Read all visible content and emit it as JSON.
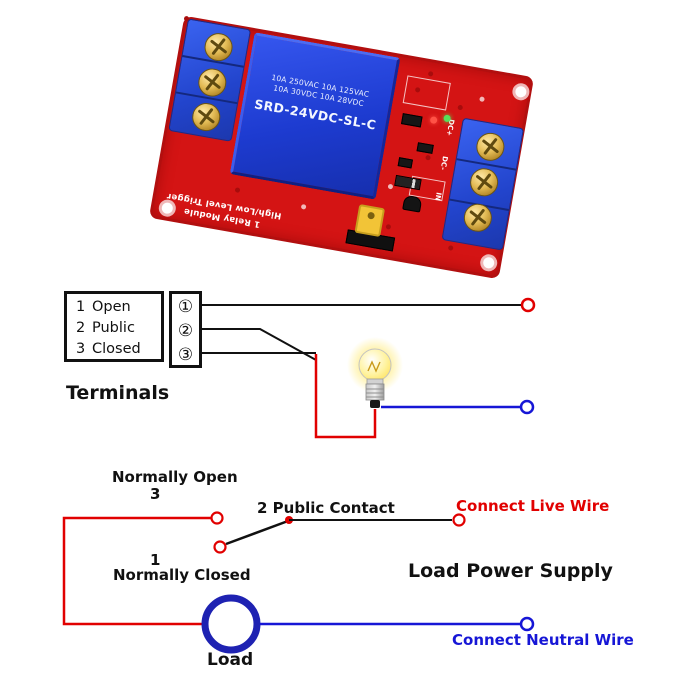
{
  "relay_module": {
    "rating_line1": "10A 250VAC 10A 125VAC",
    "rating_line2": "10A 30VDC 10A 28VDC",
    "model": "SRD-24VDC-SL-C",
    "silkscreen_line1": "1 Relay Module",
    "silkscreen_line2": "High/Low Level Trigger",
    "pins": {
      "dc_plus": "DC+",
      "dc_minus": "DC-",
      "in": "IN"
    }
  },
  "terminals_panel": {
    "rows": [
      {
        "num": "1",
        "label": "Open"
      },
      {
        "num": "2",
        "label": "Public"
      },
      {
        "num": "3",
        "label": "Closed"
      }
    ],
    "circled": [
      "①",
      "②",
      "③"
    ],
    "caption": "Terminals"
  },
  "schematic": {
    "normally_open_label": "Normally Open",
    "normally_open_num": "3",
    "public_contact_label": "2 Public Contact",
    "connect_live_label": "Connect Live Wire",
    "normally_closed_num": "1",
    "normally_closed_label": "Normally Closed",
    "load_power_supply_label": "Load Power Supply",
    "load_label": "Load",
    "connect_neutral_label": "Connect Neutral Wire"
  },
  "colors": {
    "pcb_red": "#d41414",
    "relay_blue": "#1d3bd0",
    "terminal_block_blue": "#2244cc",
    "wire_red": "#e10000",
    "wire_blue": "#1616d6",
    "wire_black": "#111111",
    "load_ring_blue": "#1e22b2",
    "bulb_yellow": "#ffe96b"
  }
}
